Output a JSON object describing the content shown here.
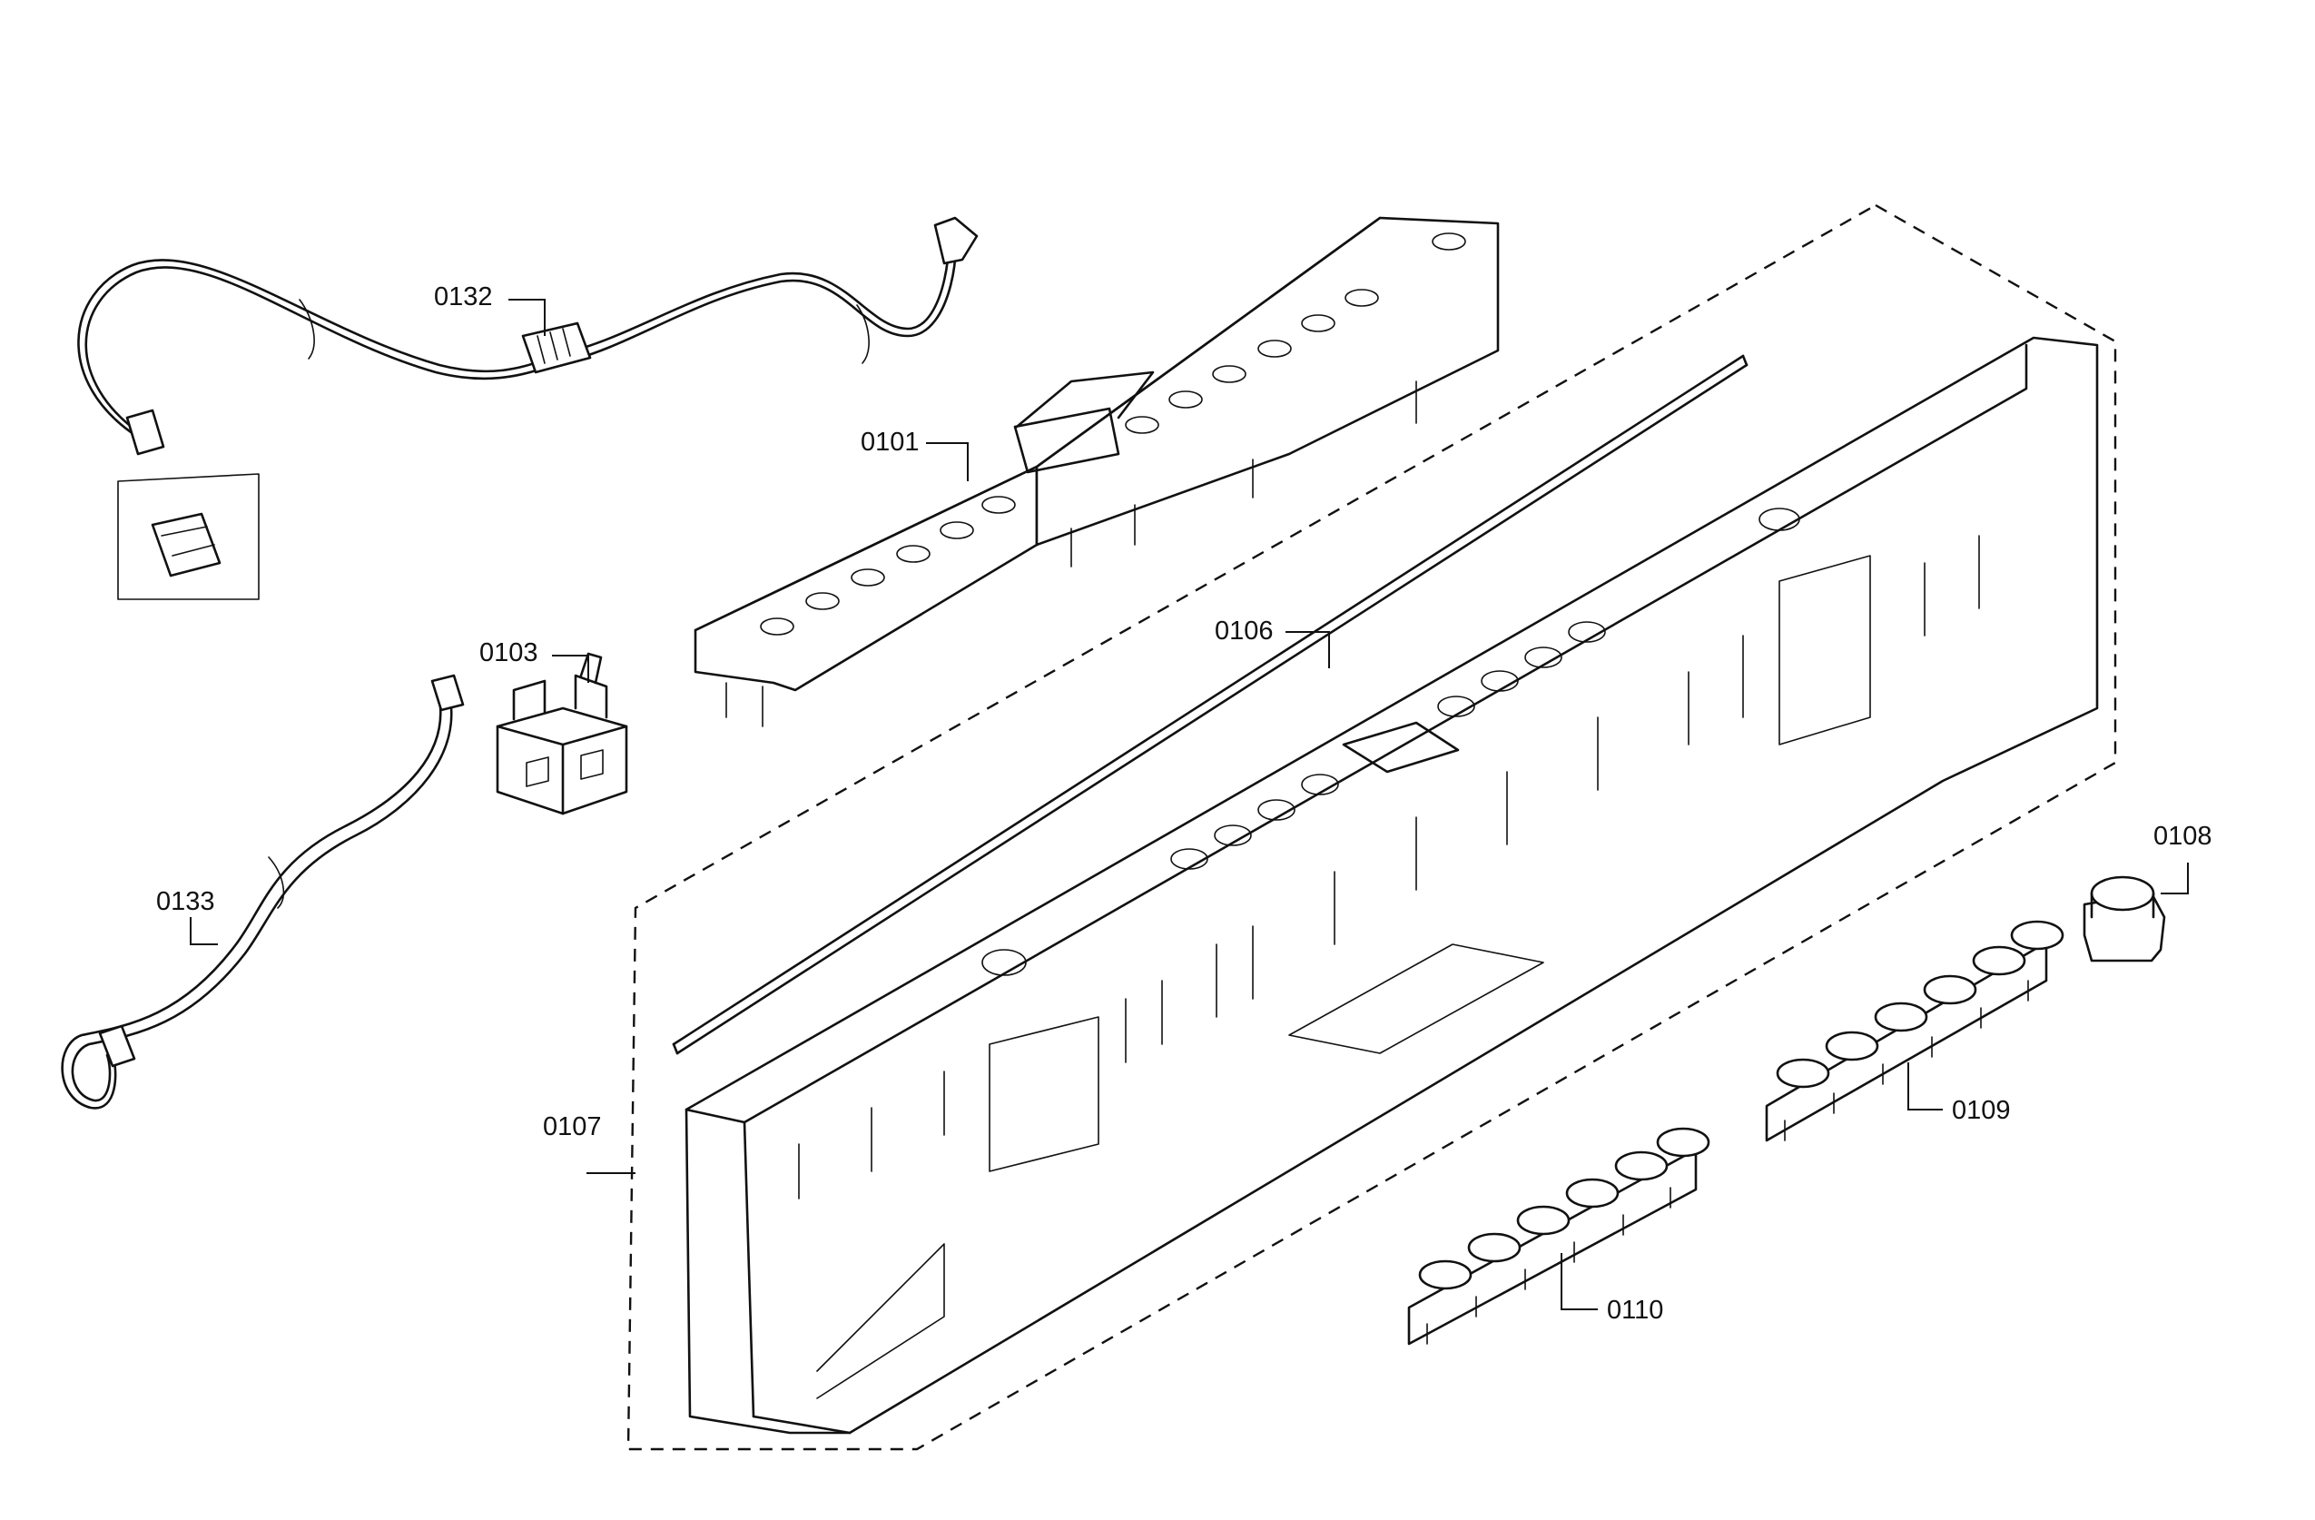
{
  "callouts": {
    "c0132": "0132",
    "c0101": "0101",
    "c0103": "0103",
    "c0106": "0106",
    "c0133": "0133",
    "c0108": "0108",
    "c0107": "0107",
    "c0109": "0109",
    "c0110": "0110"
  }
}
